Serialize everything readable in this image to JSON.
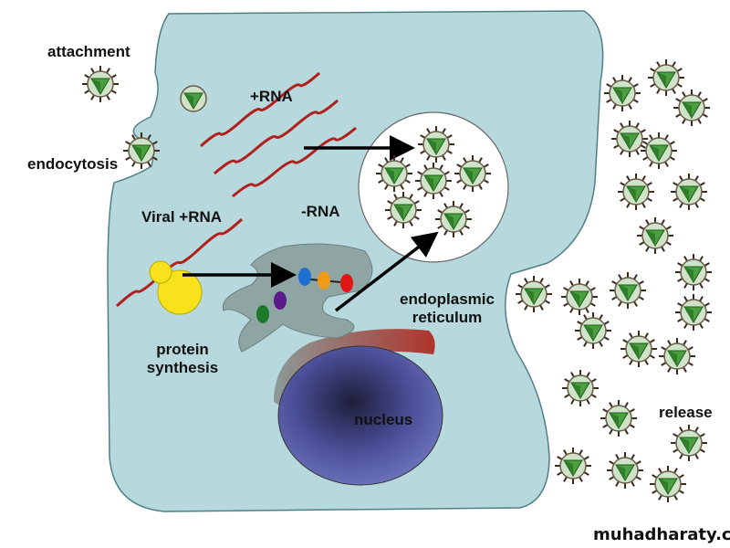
{
  "labels": {
    "attachment": "attachment",
    "endocytosis": "endocytosis",
    "plus_rna": "+RNA",
    "viral_plus_rna": "Viral +RNA",
    "minus_rna": "-RNA",
    "endoplasmic_reticulum": "endoplasmic reticulum",
    "protein_synthesis": "protein synthesis",
    "nucleus": "nucleus",
    "release": "release"
  },
  "watermark": "muhadharaty.com",
  "colors": {
    "cytoplasm": "#b7d9dd",
    "nucleus": "#5a5fa8",
    "rna": "#b0201c",
    "ribosome": "#f7e21b",
    "er": "#8fa5a4",
    "virus_capsid": "#4aa040",
    "proteins": [
      "#1f6fd0",
      "#f19a1a",
      "#e01515",
      "#5a1a8a",
      "#1b7a2a"
    ]
  }
}
